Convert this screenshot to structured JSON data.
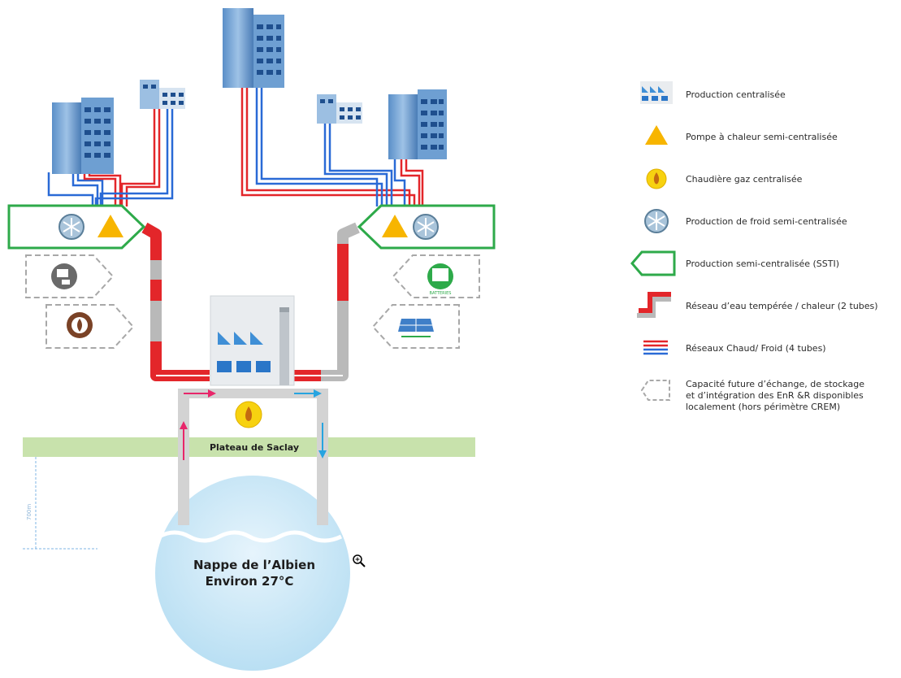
{
  "diagram": {
    "plateau_label": "Plateau de Saclay",
    "aquifer_name": "Nappe de l’Albien",
    "aquifer_temp": "Environ 27°C",
    "depth_label": "700m",
    "battery_label": "BATTERIES"
  },
  "legend": {
    "items": [
      {
        "icon": "factory-icon",
        "label": "Production centralisée"
      },
      {
        "icon": "triangle-icon",
        "label": "Pompe à chaleur semi-centralisée"
      },
      {
        "icon": "flame-icon",
        "label": "Chaudière gaz centralisée"
      },
      {
        "icon": "snowflake-icon",
        "label": "Production de froid semi-centralisée"
      },
      {
        "icon": "ssti-icon",
        "label": "Production semi-centralisée (SSTI)"
      },
      {
        "icon": "two-pipe-icon",
        "label": "Réseau d’eau tempérée  / chaleur  (2 tubes)"
      },
      {
        "icon": "four-pipe-icon",
        "label": "Réseaux Chaud/ Froid (4 tubes)"
      },
      {
        "icon": "dashed-box-icon",
        "label": "Capacité future d’échange, de stockage\net d’intégration des EnR &R disponibles\nlocalement (hors périmètre CREM)"
      }
    ]
  },
  "colors": {
    "red": "#e3262a",
    "blue": "#2a6ad6",
    "grey": "#b9b9b9",
    "green": "#2eaa4a",
    "yellow": "#f7b500",
    "plateau": "#c8e2ac",
    "water": "#cfe8f6"
  }
}
